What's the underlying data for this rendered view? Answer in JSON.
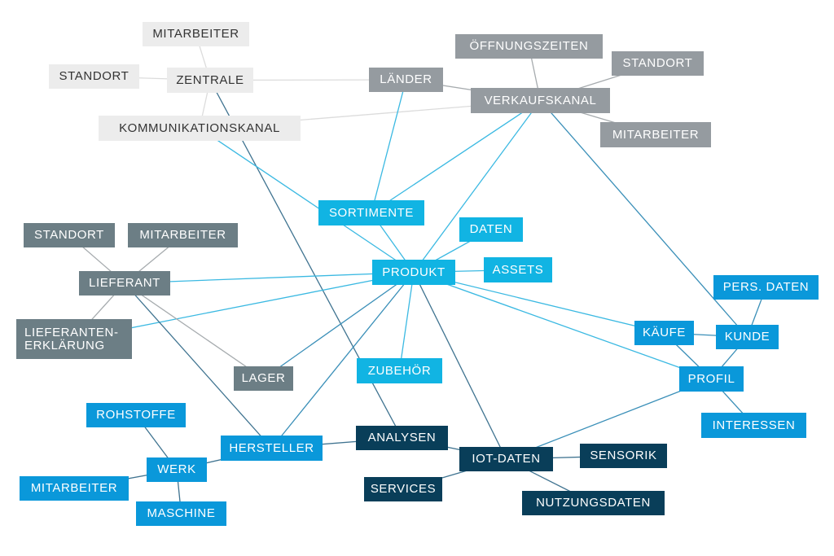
{
  "diagram": {
    "type": "network-mindmap",
    "colors": {
      "light": "#ececec",
      "grey": "#959ba0",
      "slate": "#6c7e85",
      "cyan": "#11b4e3",
      "blue": "#0a98da",
      "dark": "#093e59",
      "edge_light": "#dcdcdc",
      "edge_grey": "#a6abae",
      "edge_cyan": "#3bb9e2",
      "edge_blue": "#3a8fb8",
      "edge_dark": "#3f7390"
    },
    "nodes": [
      {
        "id": "zentrale_mitarbeiter",
        "label": "MITARBEITER",
        "group": "light"
      },
      {
        "id": "zentrale_standort",
        "label": "STANDORT",
        "group": "light"
      },
      {
        "id": "zentrale",
        "label": "ZENTRALE",
        "group": "light"
      },
      {
        "id": "kommunikationskanal",
        "label": "KOMMUNIKATIONSKANAL",
        "group": "light"
      },
      {
        "id": "laender",
        "label": "LÄNDER",
        "group": "grey"
      },
      {
        "id": "oeffnungszeiten",
        "label": "ÖFFNUNGSZEITEN",
        "group": "grey"
      },
      {
        "id": "vk_standort",
        "label": "STANDORT",
        "group": "grey"
      },
      {
        "id": "verkaufskanal",
        "label": "VERKAUFSKANAL",
        "group": "grey"
      },
      {
        "id": "vk_mitarbeiter",
        "label": "MITARBEITER",
        "group": "grey"
      },
      {
        "id": "sortimente",
        "label": "SORTIMENTE",
        "group": "cyan"
      },
      {
        "id": "daten",
        "label": "DATEN",
        "group": "cyan"
      },
      {
        "id": "assets",
        "label": "ASSETS",
        "group": "cyan"
      },
      {
        "id": "produkt",
        "label": "PRODUKT",
        "group": "cyan"
      },
      {
        "id": "zubehoer",
        "label": "ZUBEHÖR",
        "group": "cyan"
      },
      {
        "id": "lf_standort",
        "label": "STANDORT",
        "group": "slate"
      },
      {
        "id": "lf_mitarbeiter",
        "label": "MITARBEITER",
        "group": "slate"
      },
      {
        "id": "lieferant",
        "label": "LIEFERANT",
        "group": "slate"
      },
      {
        "id": "lieferantenerklaerung",
        "label": "LIEFERANTEN-\nERKLÄRUNG",
        "group": "slate"
      },
      {
        "id": "lager",
        "label": "LAGER",
        "group": "slate"
      },
      {
        "id": "pers_daten",
        "label": "PERS. DATEN",
        "group": "blue"
      },
      {
        "id": "kaeufe",
        "label": "KÄUFE",
        "group": "blue"
      },
      {
        "id": "kunde",
        "label": "KUNDE",
        "group": "blue"
      },
      {
        "id": "profil",
        "label": "PROFIL",
        "group": "blue"
      },
      {
        "id": "interessen",
        "label": "INTERESSEN",
        "group": "blue"
      },
      {
        "id": "rohstoffe",
        "label": "ROHSTOFFE",
        "group": "blue"
      },
      {
        "id": "werk",
        "label": "WERK",
        "group": "blue"
      },
      {
        "id": "werk_mitarbeiter",
        "label": "MITARBEITER",
        "group": "blue"
      },
      {
        "id": "maschine",
        "label": "MASCHINE",
        "group": "blue"
      },
      {
        "id": "hersteller",
        "label": "HERSTELLER",
        "group": "blue"
      },
      {
        "id": "analysen",
        "label": "ANALYSEN",
        "group": "dark"
      },
      {
        "id": "iot_daten",
        "label": "IOT-DATEN",
        "group": "dark"
      },
      {
        "id": "sensorik",
        "label": "SENSORIK",
        "group": "dark"
      },
      {
        "id": "services",
        "label": "SERVICES",
        "group": "dark"
      },
      {
        "id": "nutzungsdaten",
        "label": "NUTZUNGSDATEN",
        "group": "dark"
      }
    ],
    "edges": [
      [
        "zentrale",
        "zentrale_mitarbeiter",
        "light"
      ],
      [
        "zentrale",
        "zentrale_standort",
        "light"
      ],
      [
        "zentrale",
        "kommunikationskanal",
        "light"
      ],
      [
        "zentrale",
        "laender",
        "light"
      ],
      [
        "zentrale",
        "analysen",
        "dark"
      ],
      [
        "kommunikationskanal",
        "verkaufskanal",
        "light"
      ],
      [
        "kommunikationskanal",
        "produkt",
        "cyan"
      ],
      [
        "laender",
        "verkaufskanal",
        "grey"
      ],
      [
        "laender",
        "sortimente",
        "cyan"
      ],
      [
        "verkaufskanal",
        "oeffnungszeiten",
        "grey"
      ],
      [
        "verkaufskanal",
        "vk_standort",
        "grey"
      ],
      [
        "verkaufskanal",
        "vk_mitarbeiter",
        "grey"
      ],
      [
        "verkaufskanal",
        "sortimente",
        "cyan"
      ],
      [
        "verkaufskanal",
        "produkt",
        "cyan"
      ],
      [
        "verkaufskanal",
        "kunde",
        "blue"
      ],
      [
        "sortimente",
        "produkt",
        "cyan"
      ],
      [
        "produkt",
        "daten",
        "cyan"
      ],
      [
        "produkt",
        "assets",
        "cyan"
      ],
      [
        "produkt",
        "zubehoer",
        "cyan"
      ],
      [
        "produkt",
        "lieferant",
        "cyan"
      ],
      [
        "produkt",
        "lieferantenerklaerung",
        "cyan"
      ],
      [
        "produkt",
        "lager",
        "blue"
      ],
      [
        "produkt",
        "hersteller",
        "blue"
      ],
      [
        "produkt",
        "iot_daten",
        "dark"
      ],
      [
        "produkt",
        "kaeufe",
        "cyan"
      ],
      [
        "produkt",
        "profil",
        "cyan"
      ],
      [
        "lieferant",
        "lf_standort",
        "grey"
      ],
      [
        "lieferant",
        "lf_mitarbeiter",
        "grey"
      ],
      [
        "lieferant",
        "lieferantenerklaerung",
        "grey"
      ],
      [
        "lieferant",
        "lager",
        "grey"
      ],
      [
        "lieferant",
        "hersteller",
        "dark"
      ],
      [
        "kaeufe",
        "kunde",
        "blue"
      ],
      [
        "kaeufe",
        "profil",
        "blue"
      ],
      [
        "kunde",
        "pers_daten",
        "blue"
      ],
      [
        "kunde",
        "profil",
        "blue"
      ],
      [
        "profil",
        "interessen",
        "blue"
      ],
      [
        "profil",
        "iot_daten",
        "blue"
      ],
      [
        "werk",
        "rohstoffe",
        "dark"
      ],
      [
        "werk",
        "werk_mitarbeiter",
        "dark"
      ],
      [
        "werk",
        "maschine",
        "dark"
      ],
      [
        "werk",
        "hersteller",
        "dark"
      ],
      [
        "hersteller",
        "analysen",
        "dark"
      ],
      [
        "analysen",
        "iot_daten",
        "dark"
      ],
      [
        "iot_daten",
        "sensorik",
        "dark"
      ],
      [
        "iot_daten",
        "services",
        "dark"
      ],
      [
        "iot_daten",
        "nutzungsdaten",
        "dark"
      ]
    ]
  }
}
